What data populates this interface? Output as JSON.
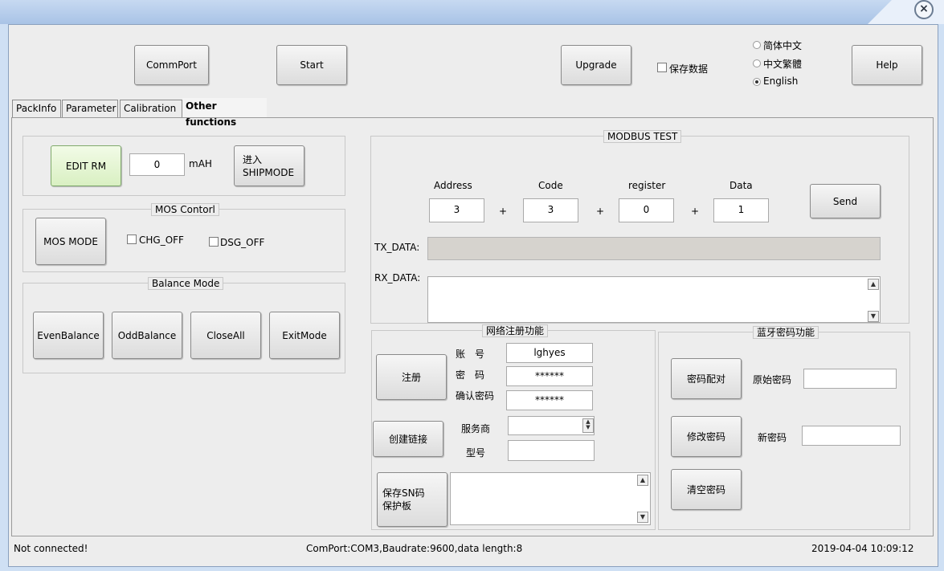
{
  "window": {
    "close_label": "×"
  },
  "top": {
    "commport_label": "CommPort",
    "start_label": "Start",
    "upgrade_label": "Upgrade",
    "save_data_label": "保存数据",
    "help_label": "Help",
    "languages": [
      "简体中文",
      "中文繁體",
      "English"
    ],
    "selected_language": "English"
  },
  "tabs": [
    "PackInfo",
    "Parameter",
    "Calibration",
    "Other functions"
  ],
  "active_tab": "Other functions",
  "rm": {
    "edit_label": "EDIT RM",
    "value": "0",
    "unit": "mAH",
    "shipmode_line1": "进入",
    "shipmode_line2": "SHIPMODE"
  },
  "mos": {
    "title": "MOS Contorl",
    "mode_label": "MOS MODE",
    "chg_label": "CHG_OFF",
    "dsg_label": "DSG_OFF"
  },
  "balance": {
    "title": "Balance Mode",
    "buttons": [
      "EvenBalance",
      "OddBalance",
      "CloseAll",
      "ExitMode"
    ]
  },
  "modbus": {
    "title": "MODBUS TEST",
    "address_label": "Address",
    "code_label": "Code",
    "register_label": "register",
    "data_label": "Data",
    "address_value": "3",
    "code_value": "3",
    "register_value": "0",
    "data_value": "1",
    "plus": "+",
    "send_label": "Send",
    "tx_label": "TX_DATA:",
    "rx_label": "RX_DATA:"
  },
  "network": {
    "title": "网络注册功能",
    "register_label": "注册",
    "account_label": "账　号",
    "account_value": "lghyes",
    "password_label": "密　码",
    "password_value": "******",
    "confirm_label": "确认密码",
    "confirm_value": "******",
    "create_link_label": "创建链接",
    "provider_label": "服务商",
    "model_label": "型号",
    "save_sn_line1": "保存SN码",
    "save_sn_line2": "保护板"
  },
  "bluetooth": {
    "title": "蓝牙密码功能",
    "pair_label": "密码配对",
    "original_label": "原始密码",
    "modify_label": "修改密码",
    "new_label": "新密码",
    "clear_label": "清空密码"
  },
  "status": {
    "connection": "Not connected!",
    "port_info": "ComPort:COM3,Baudrate:9600,data length:8",
    "datetime": "2019-04-04 10:09:12"
  }
}
